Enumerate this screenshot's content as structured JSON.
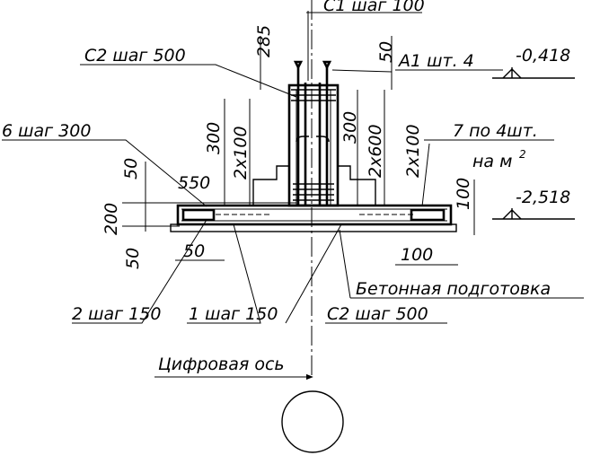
{
  "labels": {
    "c1_step_100": "С1 шаг 100",
    "dim_285": "285",
    "c2_step_500_top": "С2 шаг 500",
    "dim_50_top": "50",
    "a1_pcs_4": "А1 шт. 4",
    "level_top": "-0,418",
    "bar6_step_300": "6 шаг 300",
    "dim_300_left": "300",
    "dim_2x100_left": "2х100",
    "dim_300_right": "300",
    "dim_2x600": "2х600",
    "dim_2x100_right": "2х100",
    "bar7_per_4": "7 по 4шт.",
    "per_m2": "на м",
    "per_m2_sup": "2",
    "dim_50_left_upper": "50",
    "dim_550": "550",
    "dim_100_right": "100",
    "level_bottom": "-2,518",
    "dim_200": "200",
    "dim_50_left_lower": "50",
    "dim_50_bottom": "50",
    "dim_100_bottom": "100",
    "concrete_base": "Бетонная подготовка",
    "bar2_step_150": "2 шаг 150",
    "bar1_step_150": "1 шаг 150",
    "c2_step_500_bottom": "С2 шаг 500",
    "digital_axis": "Цифровая ось"
  }
}
